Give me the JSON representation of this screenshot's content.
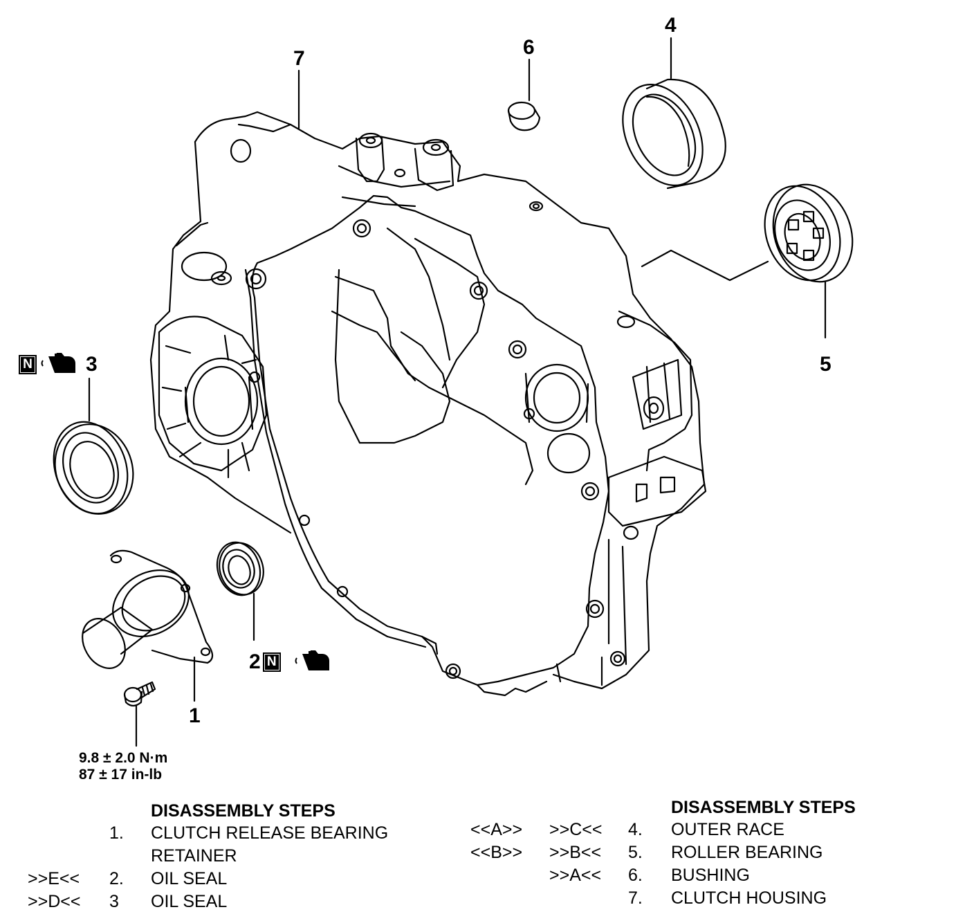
{
  "callouts": {
    "c1": "1",
    "c2": "2",
    "c3": "3",
    "c4": "4",
    "c5": "5",
    "c6": "6",
    "c7": "7"
  },
  "torque": {
    "metric": "9.8 ± 2.0 N·m",
    "imperial": "87 ± 17 in-lb"
  },
  "symbols": {
    "new_part": "N",
    "grease_icon": "oil-can-icon"
  },
  "steps_header": "DISASSEMBLY STEPS",
  "steps_left": [
    {
      "note": "",
      "num": "1.",
      "text": "CLUTCH RELEASE BEARING"
    },
    {
      "note": "",
      "num": "",
      "text": "RETAINER"
    },
    {
      "note": ">>E<<",
      "num": "2.",
      "text": "OIL SEAL"
    },
    {
      "note": ">>D<<",
      "num": "3",
      "text": "OIL SEAL"
    }
  ],
  "steps_right": [
    {
      "note1": "<<A>>",
      "note2": ">>C<<",
      "num": "4.",
      "text": "OUTER RACE"
    },
    {
      "note1": "<<B>>",
      "note2": ">>B<<",
      "num": "5.",
      "text": "ROLLER BEARING"
    },
    {
      "note1": "",
      "note2": ">>A<<",
      "num": "6.",
      "text": "BUSHING"
    },
    {
      "note1": "",
      "note2": "",
      "num": "7.",
      "text": "CLUTCH HOUSING"
    }
  ]
}
